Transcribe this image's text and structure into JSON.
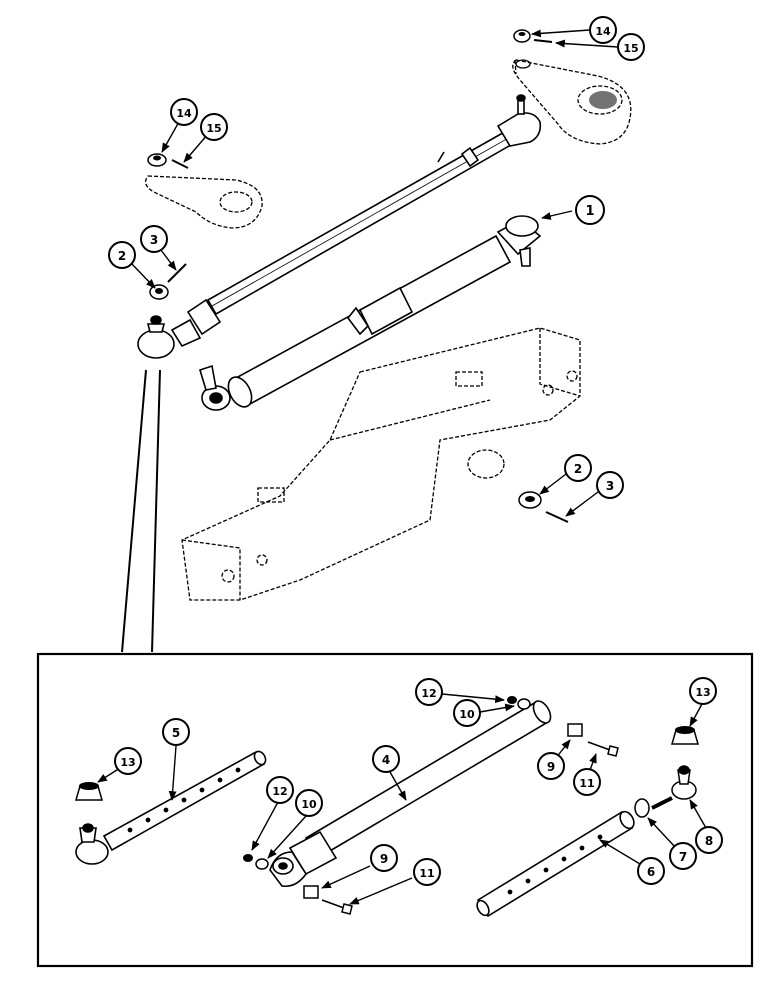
{
  "diagram": {
    "type": "exploded-parts-diagram",
    "style": "black line art on white background",
    "callouts": {
      "c1": "1",
      "c2a": "2",
      "c3a": "3",
      "c2b": "2",
      "c3b": "3",
      "c14a": "14",
      "c15a": "15",
      "c14b": "14",
      "c15b": "15",
      "c4": "4",
      "c5": "5",
      "c6": "6",
      "c7": "7",
      "c8": "8",
      "c9a": "9",
      "c9b": "9",
      "c10a": "10",
      "c10b": "10",
      "c11a": "11",
      "c11b": "11",
      "c12a": "12",
      "c12b": "12",
      "c13a": "13",
      "c13b": "13"
    },
    "callout_icon": "circled-number"
  }
}
